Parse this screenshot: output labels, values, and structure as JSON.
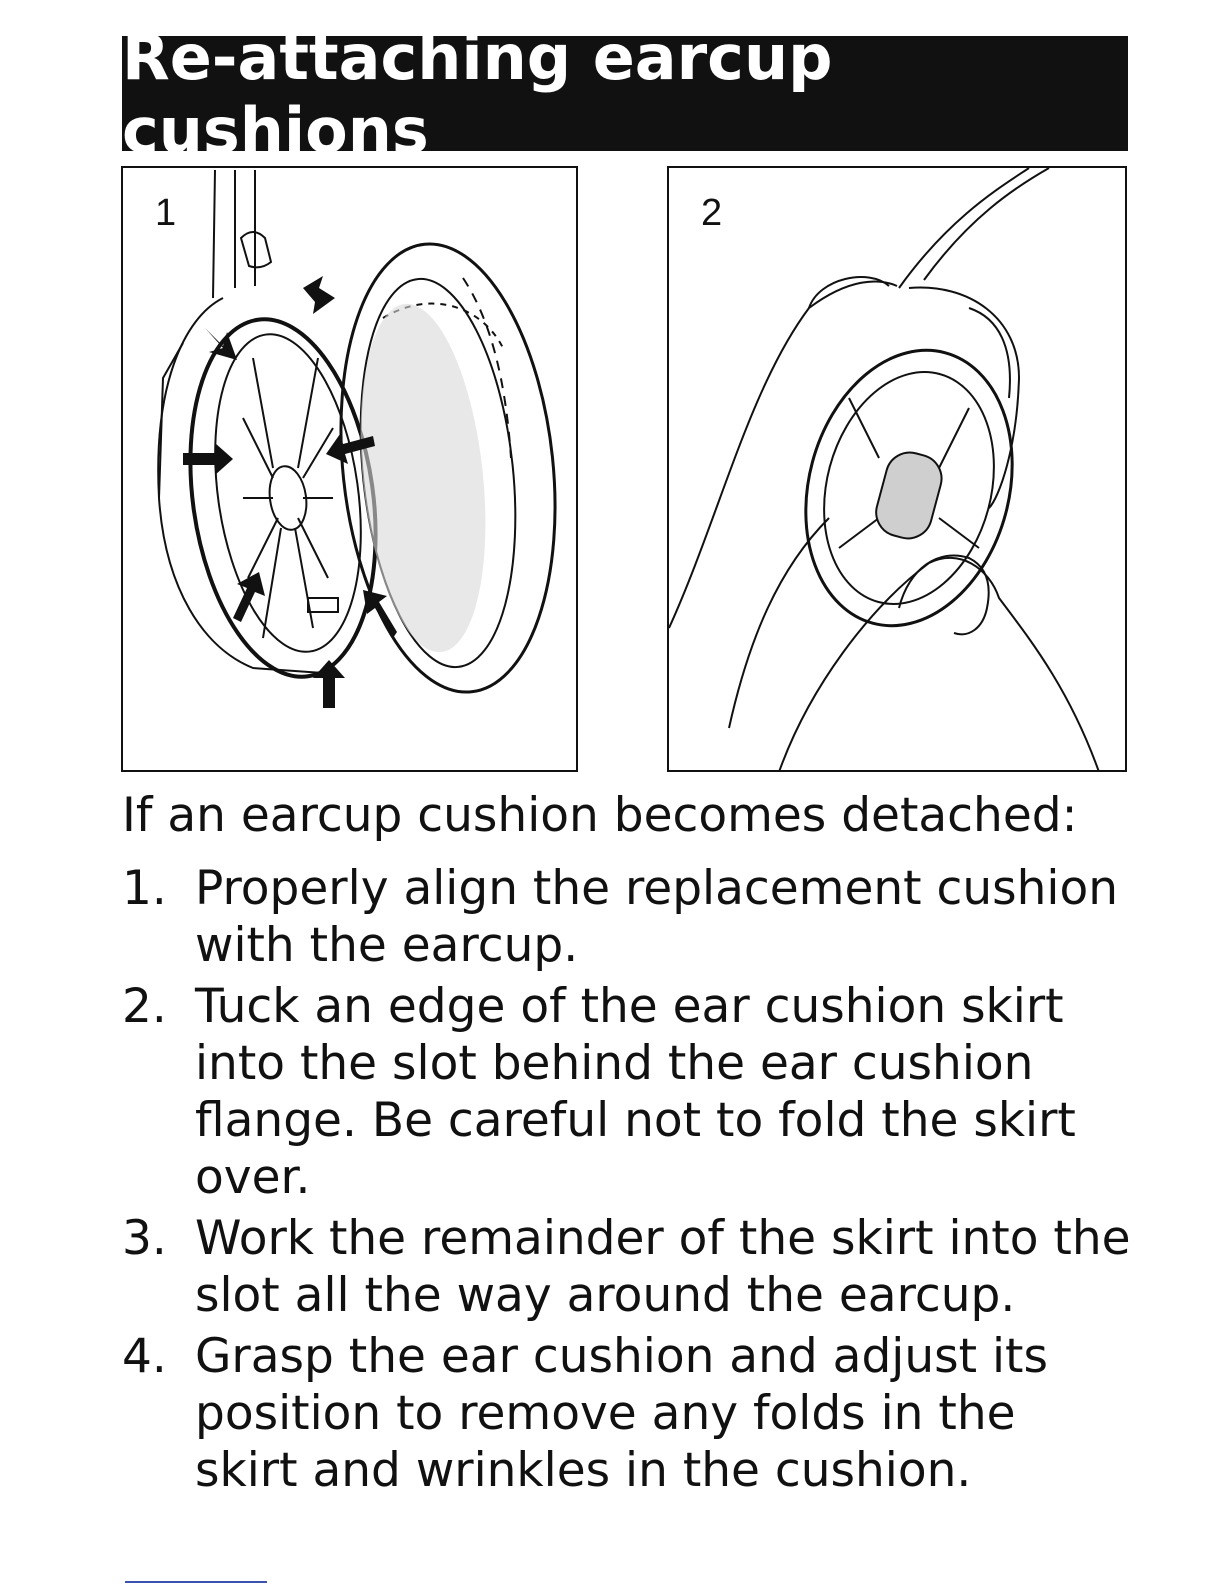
{
  "header": {
    "title": "Re-attaching earcup cushions"
  },
  "figures": [
    {
      "number": "1",
      "icon": "earcup-cushion-alignment-illustration"
    },
    {
      "number": "2",
      "icon": "hands-adjusting-cushion-illustration"
    }
  ],
  "instructions": {
    "intro": "If an earcup cushion becomes detached:",
    "steps": [
      {
        "marker": "1.",
        "text": "Properly align the replacement cushion with the earcup."
      },
      {
        "marker": "2.",
        "text": "Tuck an edge of the ear cushion skirt into the slot behind the ear cushion flange. Be careful not to fold the skirt over."
      },
      {
        "marker": "3.",
        "text": "Work the remainder of the skirt into the slot all the way around the earcup."
      },
      {
        "marker": "4.",
        "text": "Grasp the ear cushion and adjust its position to remove any folds in the skirt and wrinkles in the cushion."
      }
    ]
  },
  "colors": {
    "header_bg": "#111111",
    "header_text": "#ffffff",
    "ink": "#111111",
    "rule": "#3a53b0"
  }
}
